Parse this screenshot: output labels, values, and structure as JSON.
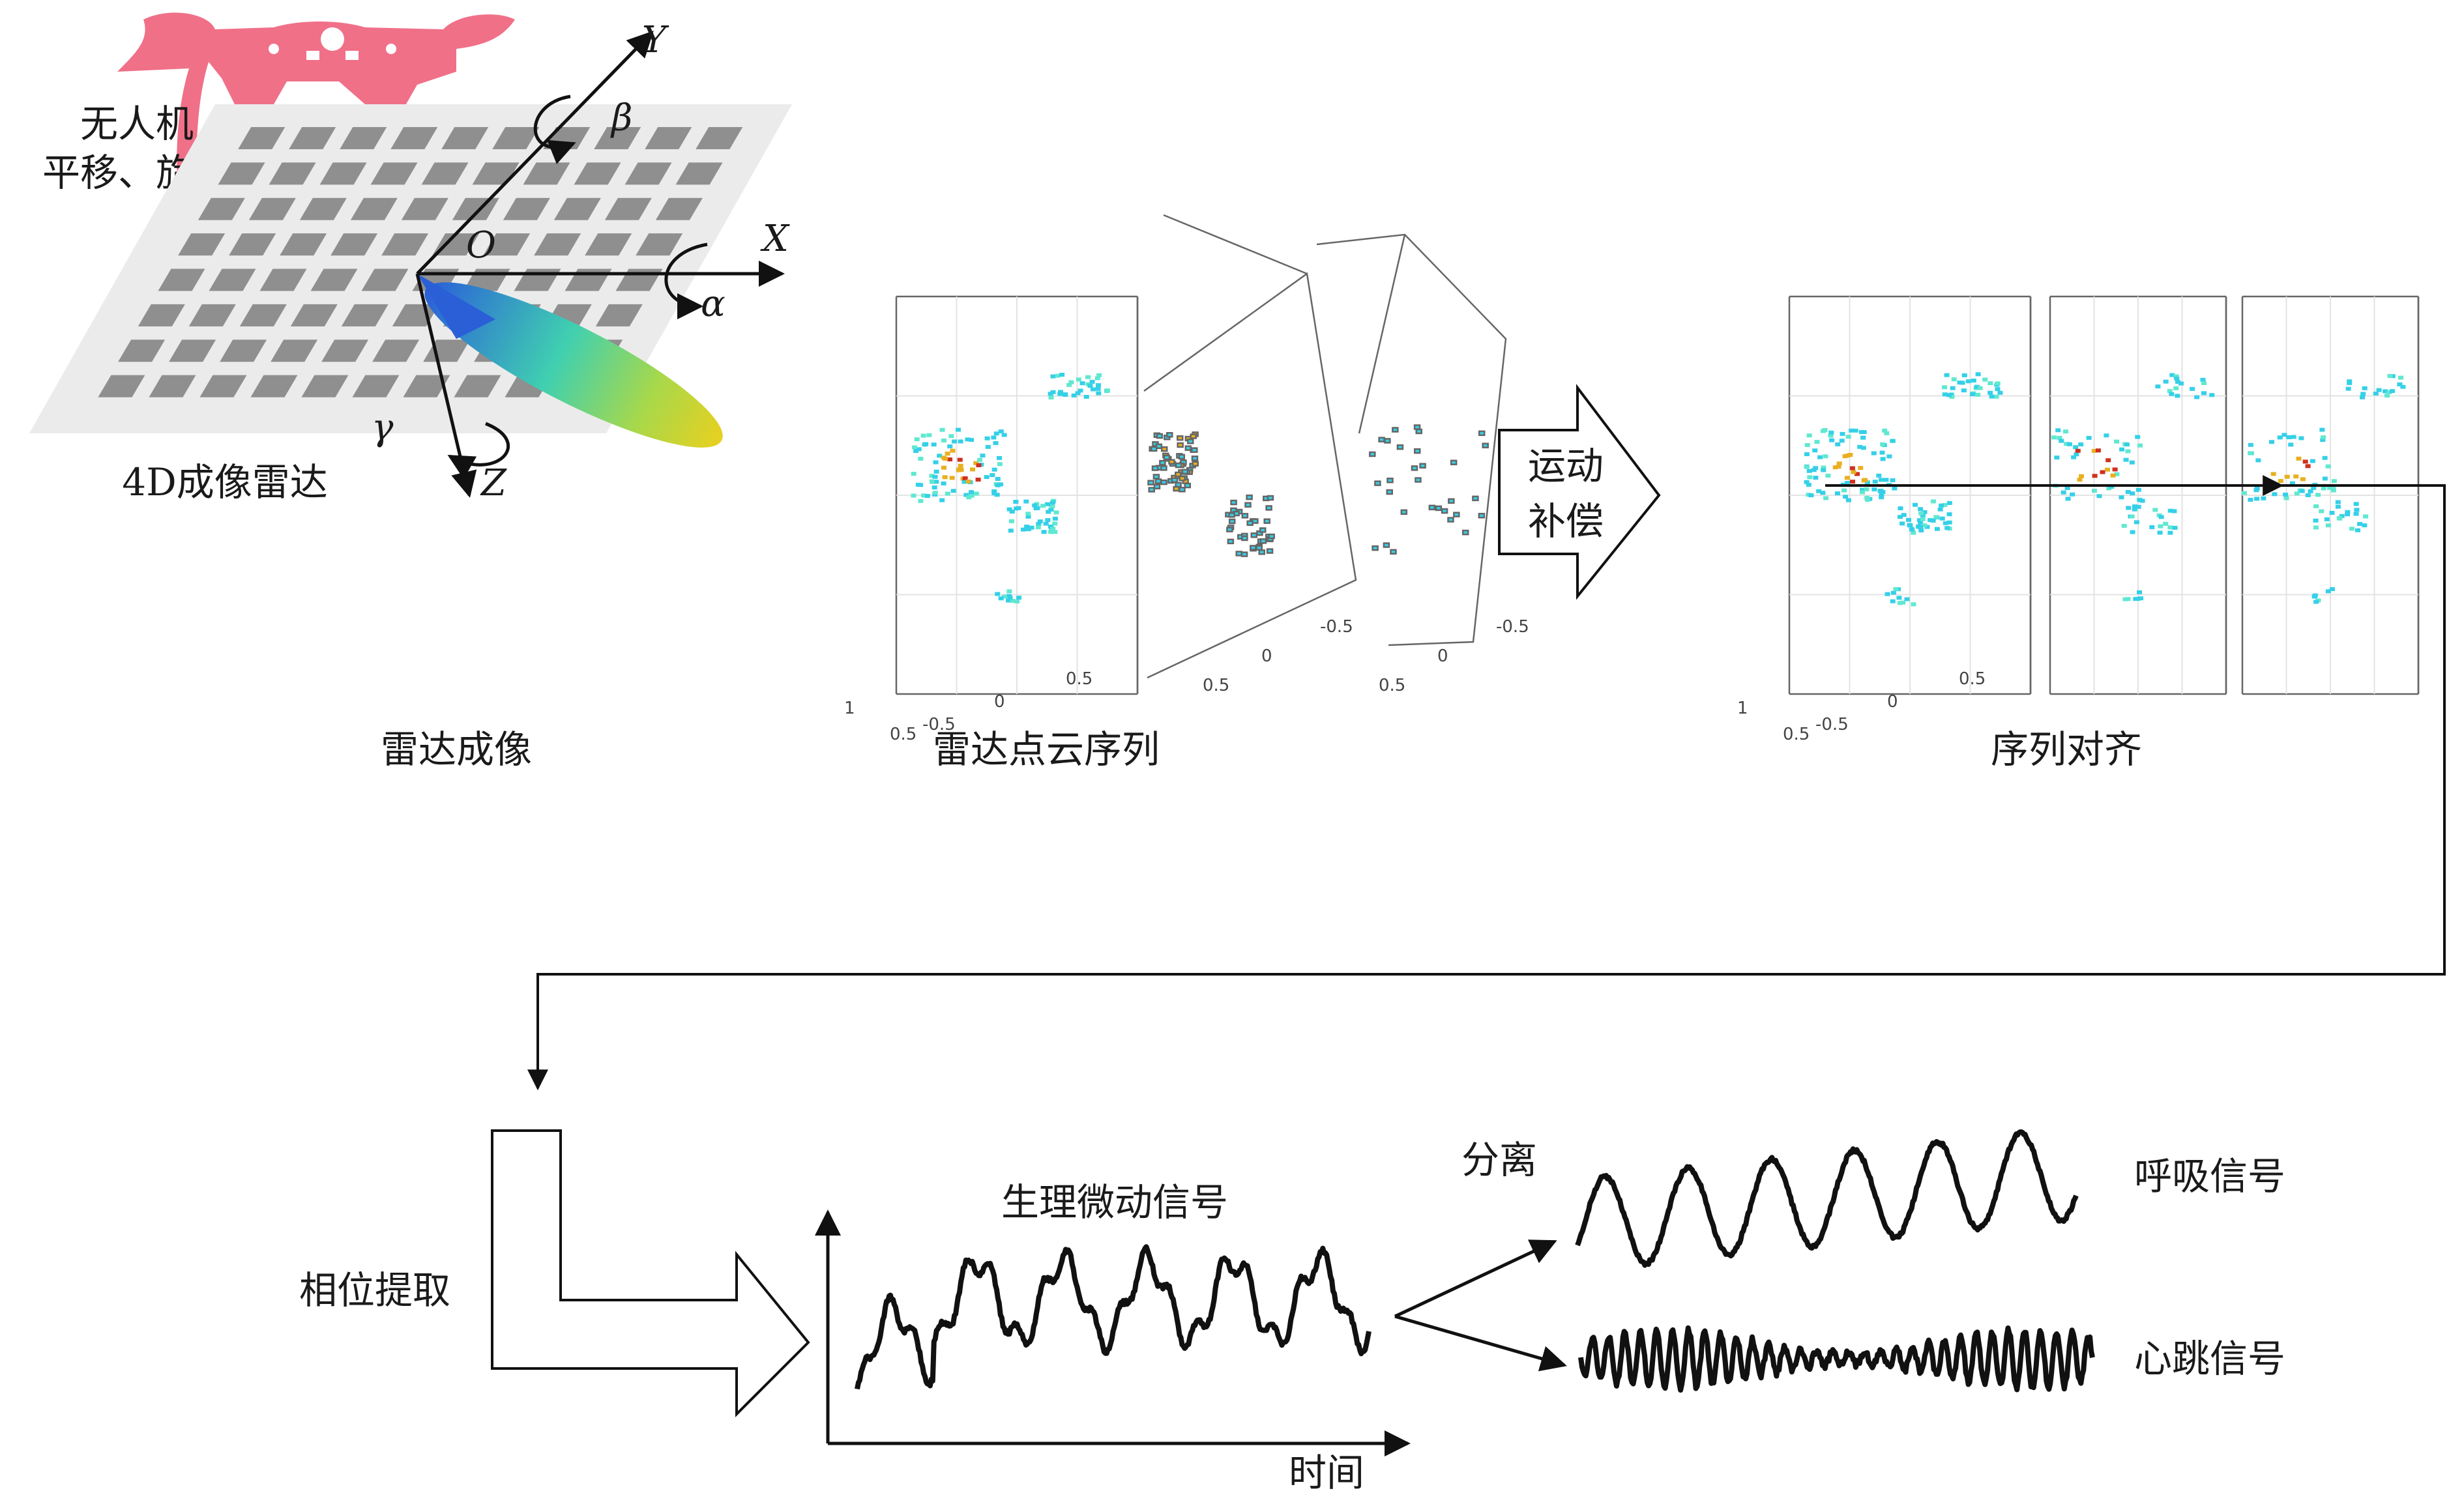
{
  "labels": {
    "uav_line1": "无人机",
    "uav_line2": "平移、旋转",
    "radar_name": "4D成像雷达",
    "axis_x": "X",
    "axis_y": "Y",
    "axis_z": "Z",
    "origin": "O",
    "angle_alpha": "α",
    "angle_beta": "β",
    "angle_gamma": "γ",
    "radar_imaging": "雷达成像",
    "point_cloud_seq": "雷达点云序列",
    "motion_comp_line1": "运动",
    "motion_comp_line2": "补偿",
    "seq_align": "序列对齐",
    "phase_extract": "相位提取",
    "physio_signal": "生理微动信号",
    "separate": "分离",
    "resp_signal": "呼吸信号",
    "heart_signal": "心跳信号",
    "time_axis": "时间"
  },
  "plot_ticks": {
    "left_side": [
      "1",
      "0.5"
    ],
    "front": [
      "-0.5",
      "0",
      "0.5"
    ]
  },
  "colors": {
    "uav": "#f07088",
    "array_bg": "#ebebeb",
    "array_cell": "#8f8f8f",
    "beam_start": "#2a5fd8",
    "beam_mid": "#40d0b0",
    "beam_end": "#e8d020",
    "cloud_cyan": "#35d0e8",
    "cloud_hot": "#e8b020",
    "line": "#111111"
  }
}
